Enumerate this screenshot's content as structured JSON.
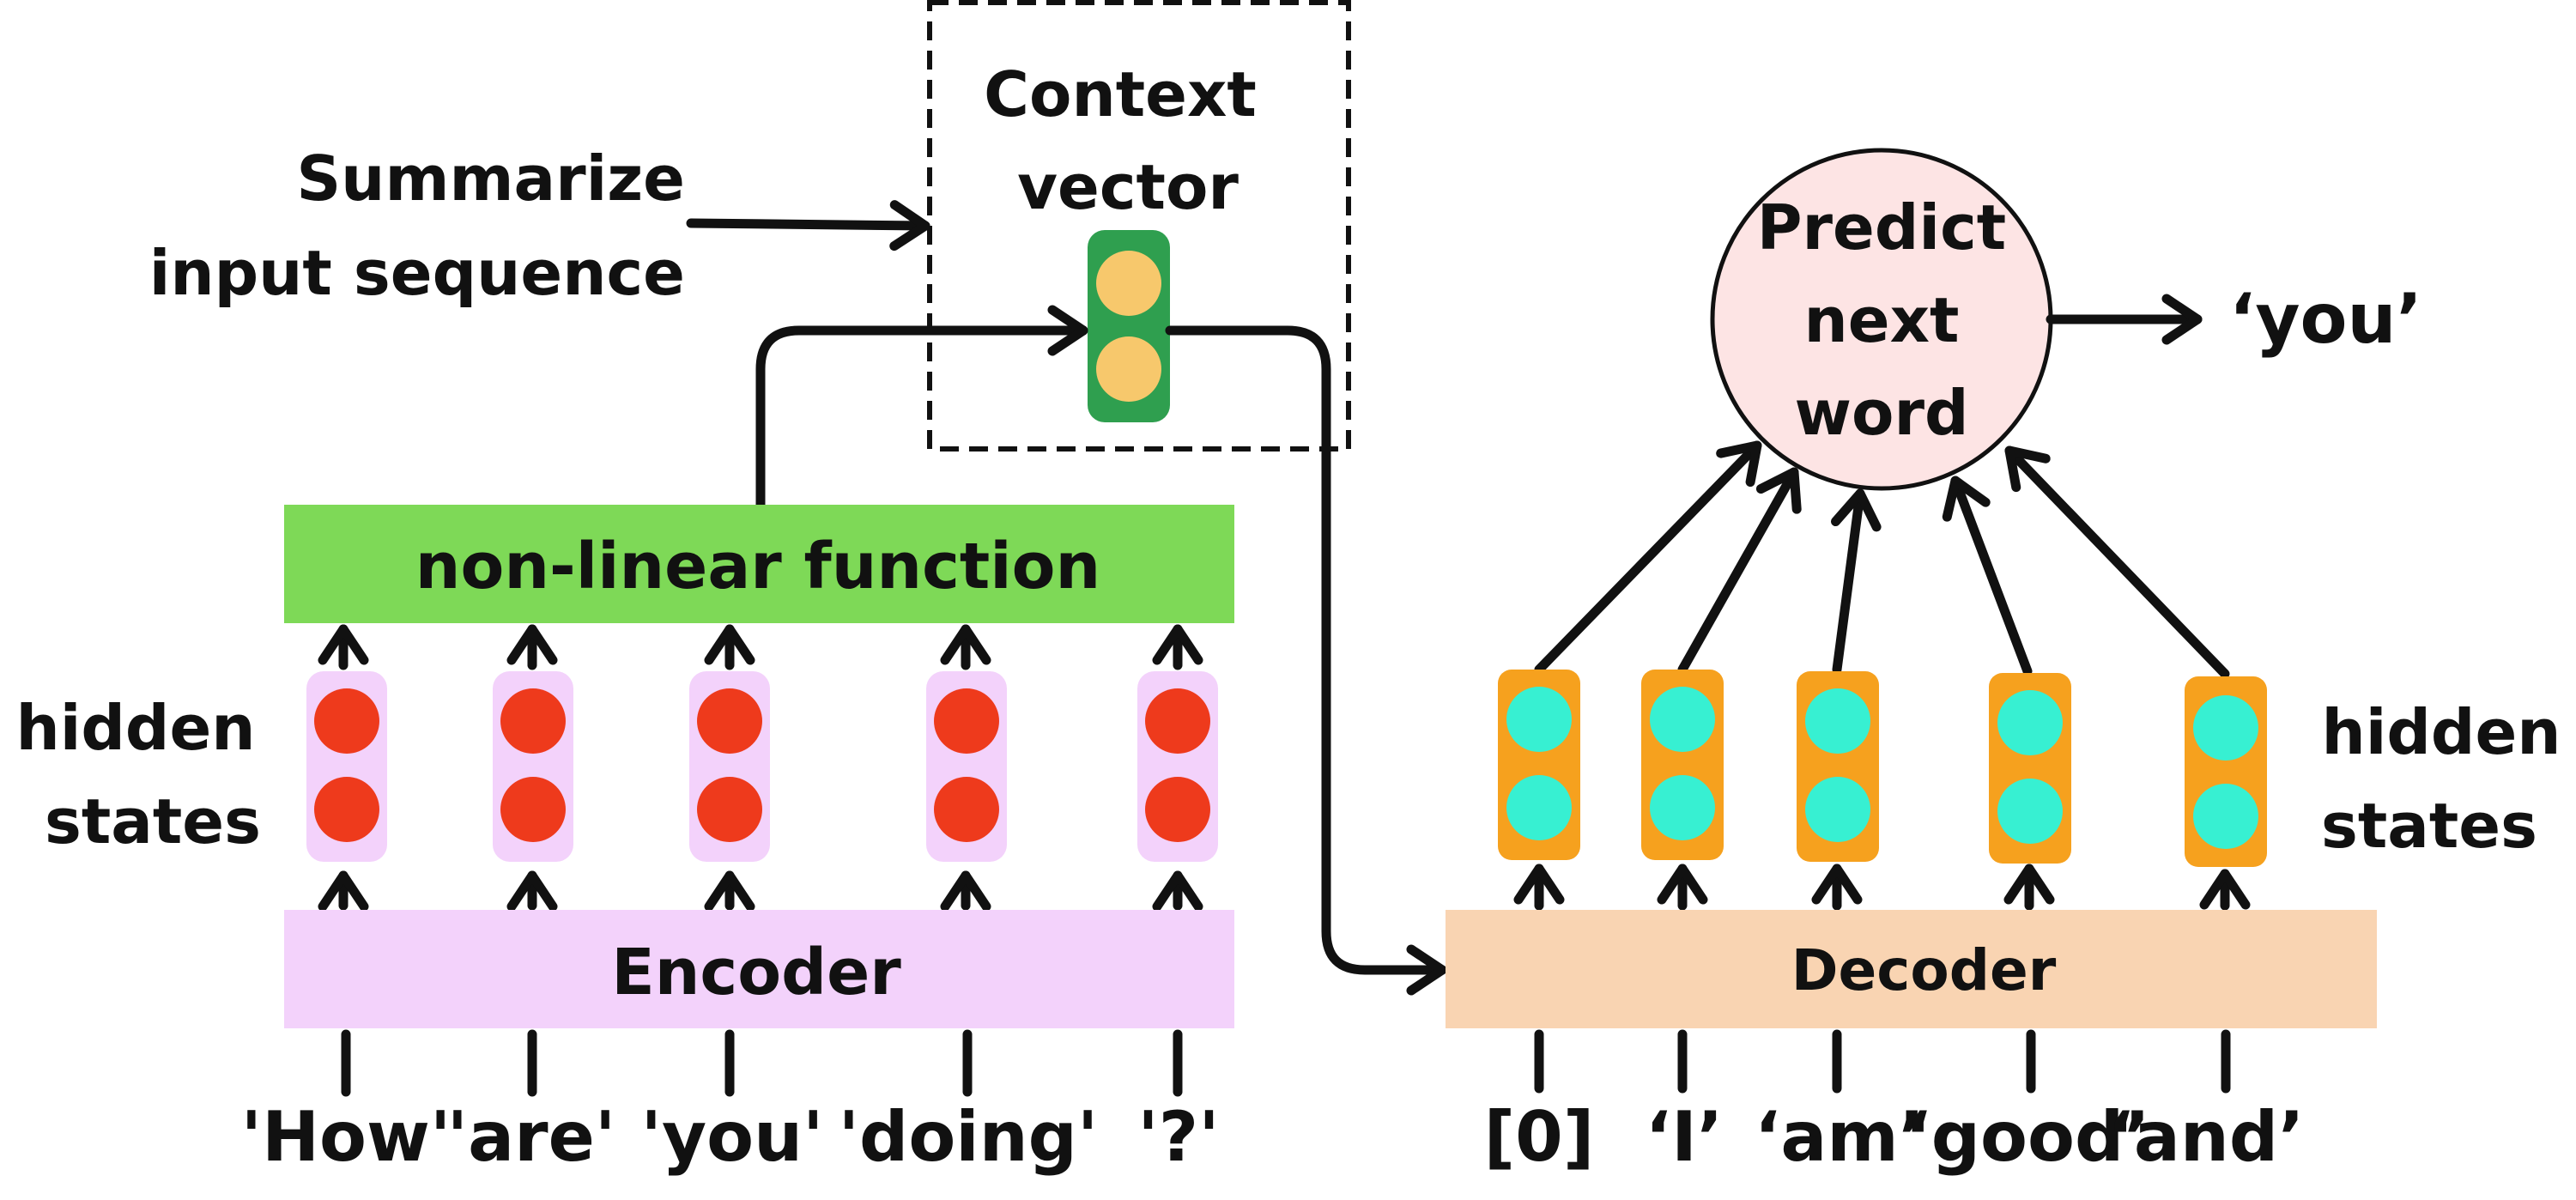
{
  "labels": {
    "summarize_line1": "Summarize",
    "summarize_line2": "input sequence",
    "context_line1": "Context",
    "context_line2": "vector",
    "predict_line1": "Predict",
    "predict_line2": "next",
    "predict_line3": "word",
    "output_word": "‘you’",
    "nonlinear": "non-linear function",
    "encoder": "Encoder",
    "decoder": "Decoder",
    "left_hidden_line1": "hidden",
    "left_hidden_line2": "states",
    "right_hidden_line1": "hidden",
    "right_hidden_line2": "states"
  },
  "encoder_inputs": [
    "'How'",
    "'are'",
    "'you'",
    "'doing'",
    "'?'"
  ],
  "decoder_inputs": [
    "[0]",
    "‘I’",
    "‘am’",
    "‘good’",
    "‘and’"
  ],
  "colors": {
    "encoder_bar": "#f3d2fb",
    "encoder_cell": "#f3d2fb",
    "encoder_unit": "#ee3a1c",
    "nonlinear_bar": "#7ed957",
    "context_cell": "#2f9f4f",
    "context_unit": "#f7c86c",
    "decoder_bar": "#f9d4b2",
    "decoder_cell": "#f6a11e",
    "decoder_unit": "#37f0d2",
    "predict_circle": "#fde4e4",
    "ink": "#111111"
  }
}
